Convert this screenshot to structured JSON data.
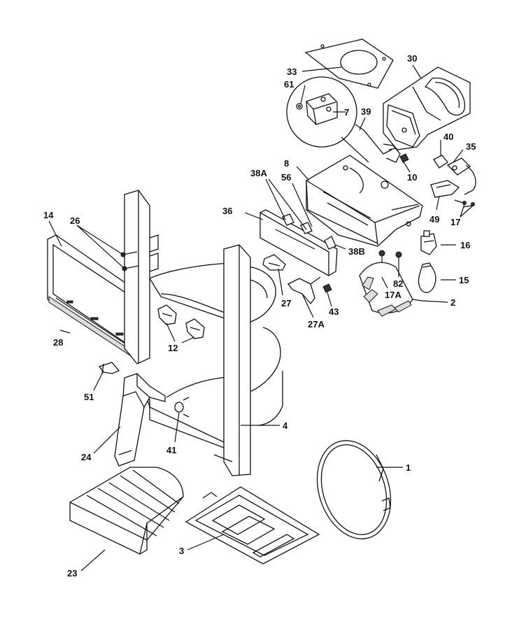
{
  "diagram": {
    "top_clip_text": "",
    "labels": {
      "l33": "33",
      "l30": "30",
      "l61": "61",
      "l7": "7",
      "l39": "39",
      "l40": "40",
      "l35": "35",
      "l10": "10",
      "l8": "8",
      "l38A": "38A",
      "l56": "56",
      "l36": "36",
      "l14": "14",
      "l26": "26",
      "l49": "49",
      "l17": "17",
      "l16": "16",
      "l38B": "38B",
      "l82": "82",
      "l15": "15",
      "l17A": "17A",
      "l27": "27",
      "l43": "43",
      "l2": "2",
      "l27A": "27A",
      "l12": "12",
      "l28": "28",
      "l51": "51",
      "l4": "4",
      "l41": "41",
      "l24": "24",
      "l1": "1",
      "l3": "3",
      "l23": "23"
    }
  }
}
